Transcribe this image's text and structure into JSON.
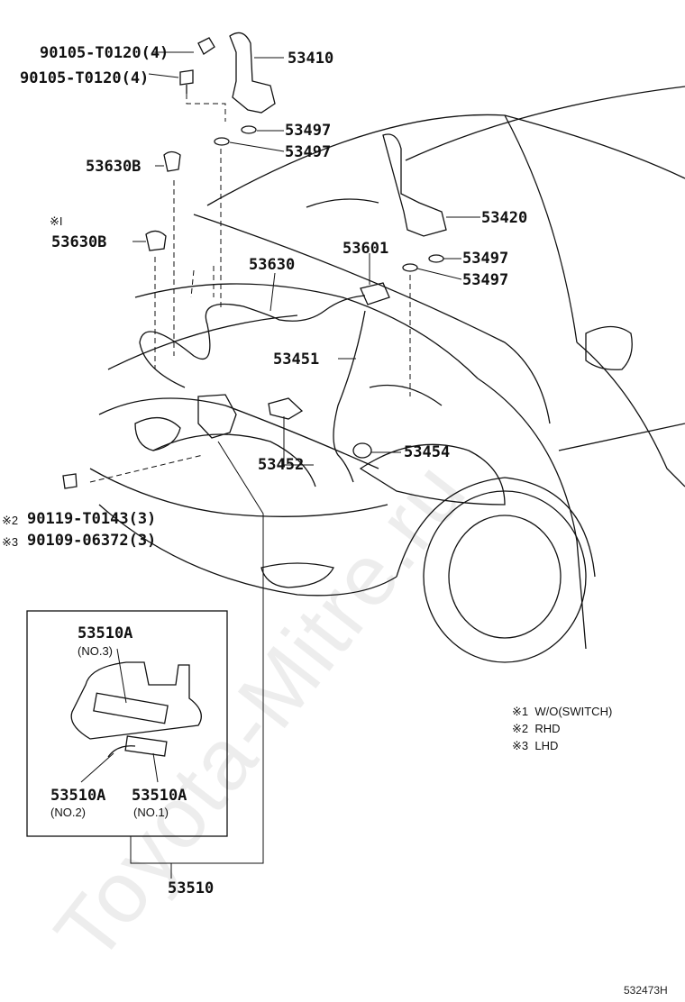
{
  "watermark": "Toyota-Mitre.ru",
  "catalog_code": "532473H",
  "parts": {
    "p90105a": "90105-T0120(4)",
    "p90105b": "90105-T0120(4)",
    "p53410": "53410",
    "p53497a": "53497",
    "p53497b": "53497",
    "p53630b_1": "53630B",
    "mark1": "※I",
    "p53630b_2": "53630B",
    "p53420": "53420",
    "p53497c": "53497",
    "p53497d": "53497",
    "p53601": "53601",
    "p53630": "53630",
    "p53451": "53451",
    "p53454": "53454",
    "p53452": "53452",
    "mark2": "※2",
    "p90119": "90119-T0143(3)",
    "mark3": "※3",
    "p90109": "90109-06372(3)",
    "p53510a_top": "53510A",
    "no3": "(NO.3)",
    "p53510a_l": "53510A",
    "no2": "(NO.2)",
    "p53510a_r": "53510A",
    "no1": "(NO.1)",
    "p53510": "53510"
  },
  "legend": [
    {
      "mark": "※1",
      "text": "W/O(SWITCH)"
    },
    {
      "mark": "※2",
      "text": "RHD"
    },
    {
      "mark": "※3",
      "text": "LHD"
    }
  ]
}
